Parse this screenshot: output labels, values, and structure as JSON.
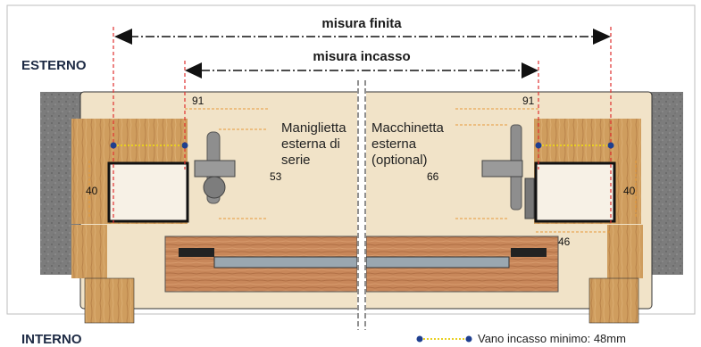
{
  "labels": {
    "outside": "ESTERNO",
    "inside": "INTERNO",
    "finished_size": "misura finita",
    "recess_size": "misura incasso",
    "left_callout": [
      "Maniglietta",
      "esterna di",
      "serie"
    ],
    "right_callout": [
      "Macchinetta",
      "esterna",
      "(optional)"
    ],
    "legend": "Vano incasso minimo: 48mm"
  },
  "dimensions": {
    "left_top": "91",
    "right_top": "91",
    "left_side": "40",
    "right_side": "40",
    "left_handle": "53",
    "right_handle": "66",
    "right_bottom": "46"
  },
  "colors": {
    "wall": "#7b7b7b",
    "frame_wood": "#c89a5e",
    "panel": "#f1e3c8",
    "guide_red": "#e0302e",
    "dim_orange": "#e69a3a",
    "legend_blue": "#1f3f8f",
    "legend_yellow": "#e8d020"
  }
}
